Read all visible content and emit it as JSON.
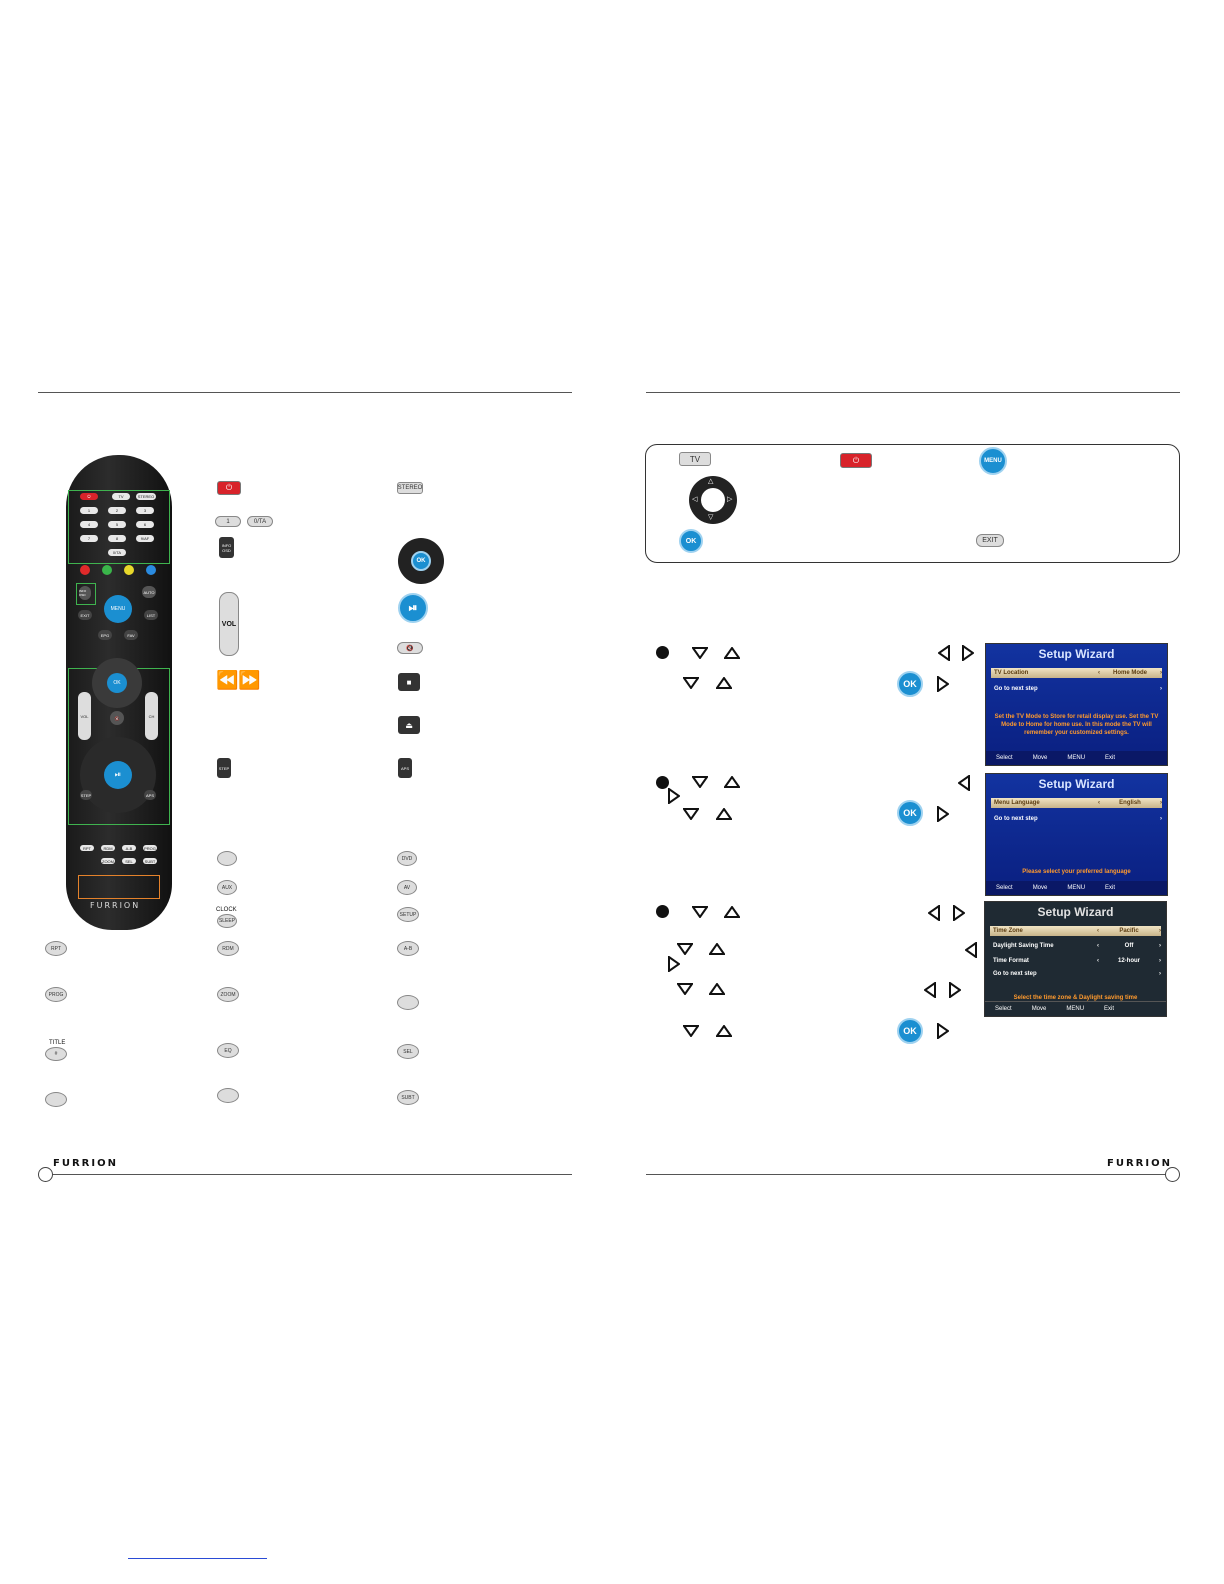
{
  "brand": {
    "logo_left": "FURRION",
    "logo_right": "FURRION"
  },
  "remote": {
    "logo": "FURRION",
    "buttons": {
      "tv": "TV",
      "stereo": "STEREO",
      "menu": "MENU",
      "ok": "OK",
      "vol": "VOL",
      "ch": "CH",
      "auto": "AUTO",
      "exit": "EXIT",
      "list": "LIST",
      "epg": "EPG",
      "fav": "FAV",
      "step": "STEP",
      "aps": "APS",
      "info_osd": "INFO OSD",
      "zero_ta": "0/TA",
      "nine_af": "9/AF",
      "rpt": "RPT",
      "rdm": "RDM",
      "ab": "A-B",
      "prog": "PROG",
      "zoom": "ZOOM",
      "sel": "SEL",
      "subt": "SUBT",
      "n1": "1",
      "n2": "2",
      "n3": "3",
      "n4": "4",
      "n5": "5",
      "n6": "6",
      "n7": "7",
      "n8": "8",
      "n9": "9",
      "n0": "0/TA"
    }
  },
  "legend_icons": {
    "stereo": "STEREO",
    "key_one": "1",
    "key_zero_ta": "0/TA",
    "info_osd": "INFO OSD",
    "ok": "OK",
    "vol": "VOL",
    "step": "STEP",
    "aps": "APS",
    "dvd": "DVD",
    "aux": "AUX",
    "av": "AV",
    "clock": "CLOCK",
    "sleep": "SLEEP",
    "setup": "SETUP",
    "rpt": "RPT",
    "rdm": "RDM",
    "ab": "A-B",
    "prog": "PROG",
    "zoom": "ZOOM",
    "title": "TITLE",
    "eq": "EQ",
    "sel": "SEL",
    "subt": "SUBT"
  },
  "info_box": {
    "tv_key": "TV",
    "menu_key": "MENU",
    "ok_key": "OK",
    "exit_key": "EXIT"
  },
  "steps": {
    "ok_key": "OK"
  },
  "screens": [
    {
      "title": "Setup Wizard",
      "rows": [
        {
          "label": "TV Location",
          "value": "Home Mode",
          "selected": true
        },
        {
          "label": "Go to next step",
          "value": "",
          "selected": false
        }
      ],
      "hint": "Set the TV Mode to Store for retail display use. Set the TV Mode to Home for home use. In this mode the TV will remember your customized settings.",
      "footer": {
        "select": "Select",
        "move": "Move",
        "menu": "MENU",
        "exit": "Exit"
      }
    },
    {
      "title": "Setup Wizard",
      "rows": [
        {
          "label": "Menu Language",
          "value": "English",
          "selected": true
        },
        {
          "label": "Go to next step",
          "value": "",
          "selected": false
        }
      ],
      "hint": "Please select your preferred language",
      "footer": {
        "select": "Select",
        "move": "Move",
        "menu": "MENU",
        "exit": "Exit"
      }
    },
    {
      "title": "Setup Wizard",
      "rows": [
        {
          "label": "Time Zone",
          "value": "Pacific",
          "selected": true
        },
        {
          "label": "Daylight Saving Time",
          "value": "Off",
          "selected": false
        },
        {
          "label": "Time Format",
          "value": "12-hour",
          "selected": false
        },
        {
          "label": "Go to next step",
          "value": "",
          "selected": false
        }
      ],
      "hint": "Select the time zone & Daylight saving time",
      "footer": {
        "select": "Select",
        "move": "Move",
        "menu": "MENU",
        "exit": "Exit"
      }
    }
  ]
}
